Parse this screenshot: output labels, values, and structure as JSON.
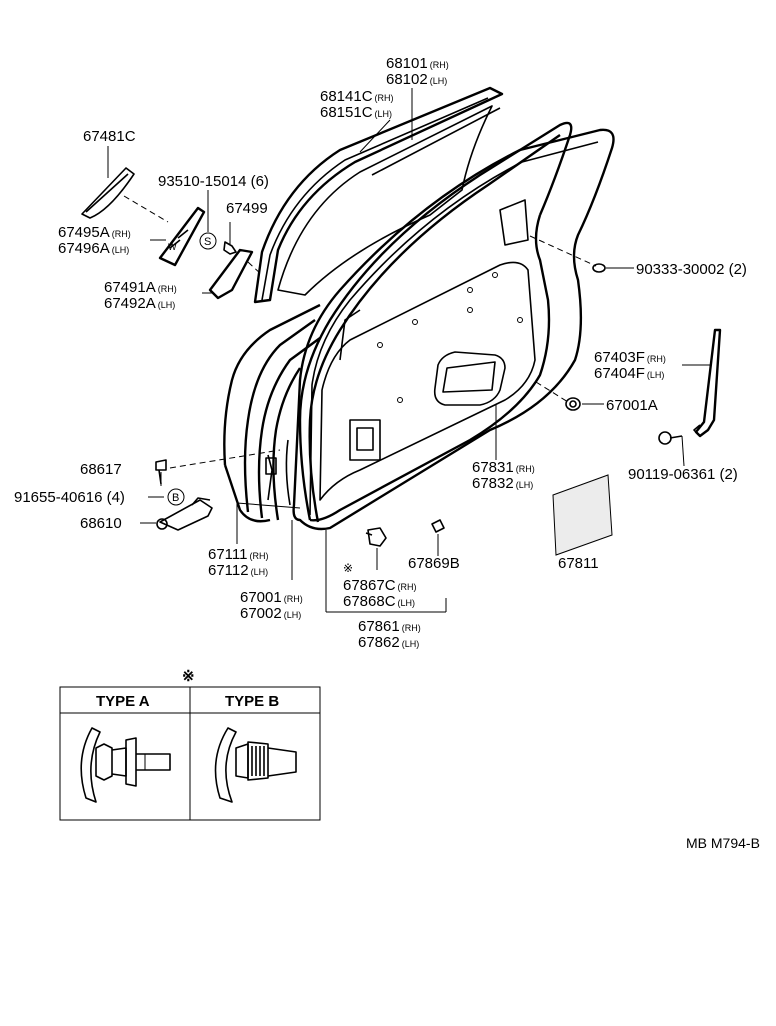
{
  "parts": {
    "p68101": {
      "num": "68101",
      "side": "(RH)"
    },
    "p68102": {
      "num": "68102",
      "side": "(LH)"
    },
    "p68141C": {
      "num": "68141C",
      "side": "(RH)"
    },
    "p68151C": {
      "num": "68151C",
      "side": "(LH)"
    },
    "p67481C": {
      "num": "67481C",
      "side": ""
    },
    "p93510": {
      "num": "93510-15014 (6)",
      "side": ""
    },
    "p67499": {
      "num": "67499",
      "side": ""
    },
    "p67495A": {
      "num": "67495A",
      "side": "(RH)"
    },
    "p67496A": {
      "num": "67496A",
      "side": "(LH)"
    },
    "p67491A": {
      "num": "67491A",
      "side": "(RH)"
    },
    "p67492A": {
      "num": "67492A",
      "side": "(LH)"
    },
    "p90333": {
      "num": "90333-30002 (2)",
      "side": ""
    },
    "p67403F": {
      "num": "67403F",
      "side": "(RH)"
    },
    "p67404F": {
      "num": "67404F",
      "side": "(LH)"
    },
    "p67001A": {
      "num": "67001A",
      "side": ""
    },
    "p68617": {
      "num": "68617",
      "side": ""
    },
    "p91655": {
      "num": "91655-40616 (4)",
      "side": ""
    },
    "p68610": {
      "num": "68610",
      "side": ""
    },
    "p67831": {
      "num": "67831",
      "side": "(RH)"
    },
    "p67832": {
      "num": "67832",
      "side": "(LH)"
    },
    "p90119": {
      "num": "90119-06361 (2)",
      "side": ""
    },
    "p67111": {
      "num": "67111",
      "side": "(RH)"
    },
    "p67112": {
      "num": "67112",
      "side": "(LH)"
    },
    "p67869B": {
      "num": "67869B",
      "side": ""
    },
    "p67811": {
      "num": "67811",
      "side": ""
    },
    "p67867C": {
      "num": "67867C",
      "side": "(RH)"
    },
    "p67868C": {
      "num": "67868C",
      "side": "(LH)"
    },
    "p67001": {
      "num": "67001",
      "side": "(RH)"
    },
    "p67002": {
      "num": "67002",
      "side": "(LH)"
    },
    "p67861": {
      "num": "67861",
      "side": "(RH)"
    },
    "p67862": {
      "num": "67862",
      "side": "(LH)"
    }
  },
  "symbols": {
    "note_mark": "※",
    "circle_s": "S",
    "circle_b": "B"
  },
  "type_table": {
    "col_a": "TYPE A",
    "col_b": "TYPE B"
  },
  "reference_code": "MB M794-B"
}
